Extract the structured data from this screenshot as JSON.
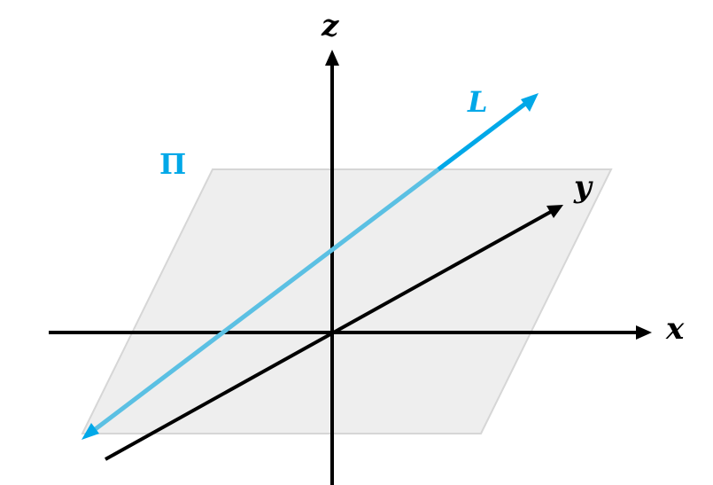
{
  "labels": {
    "x_axis": "x",
    "y_axis": "y",
    "z_axis": "z",
    "line": "L",
    "plane": "Π"
  },
  "colors": {
    "axis": "#000000",
    "line": "#00a8e8",
    "line_in_plane": "#5bc0e3",
    "plane_fill": "#eeeeee",
    "plane_edge": "#d6d6d6",
    "plane_label": "#00a8e8"
  }
}
